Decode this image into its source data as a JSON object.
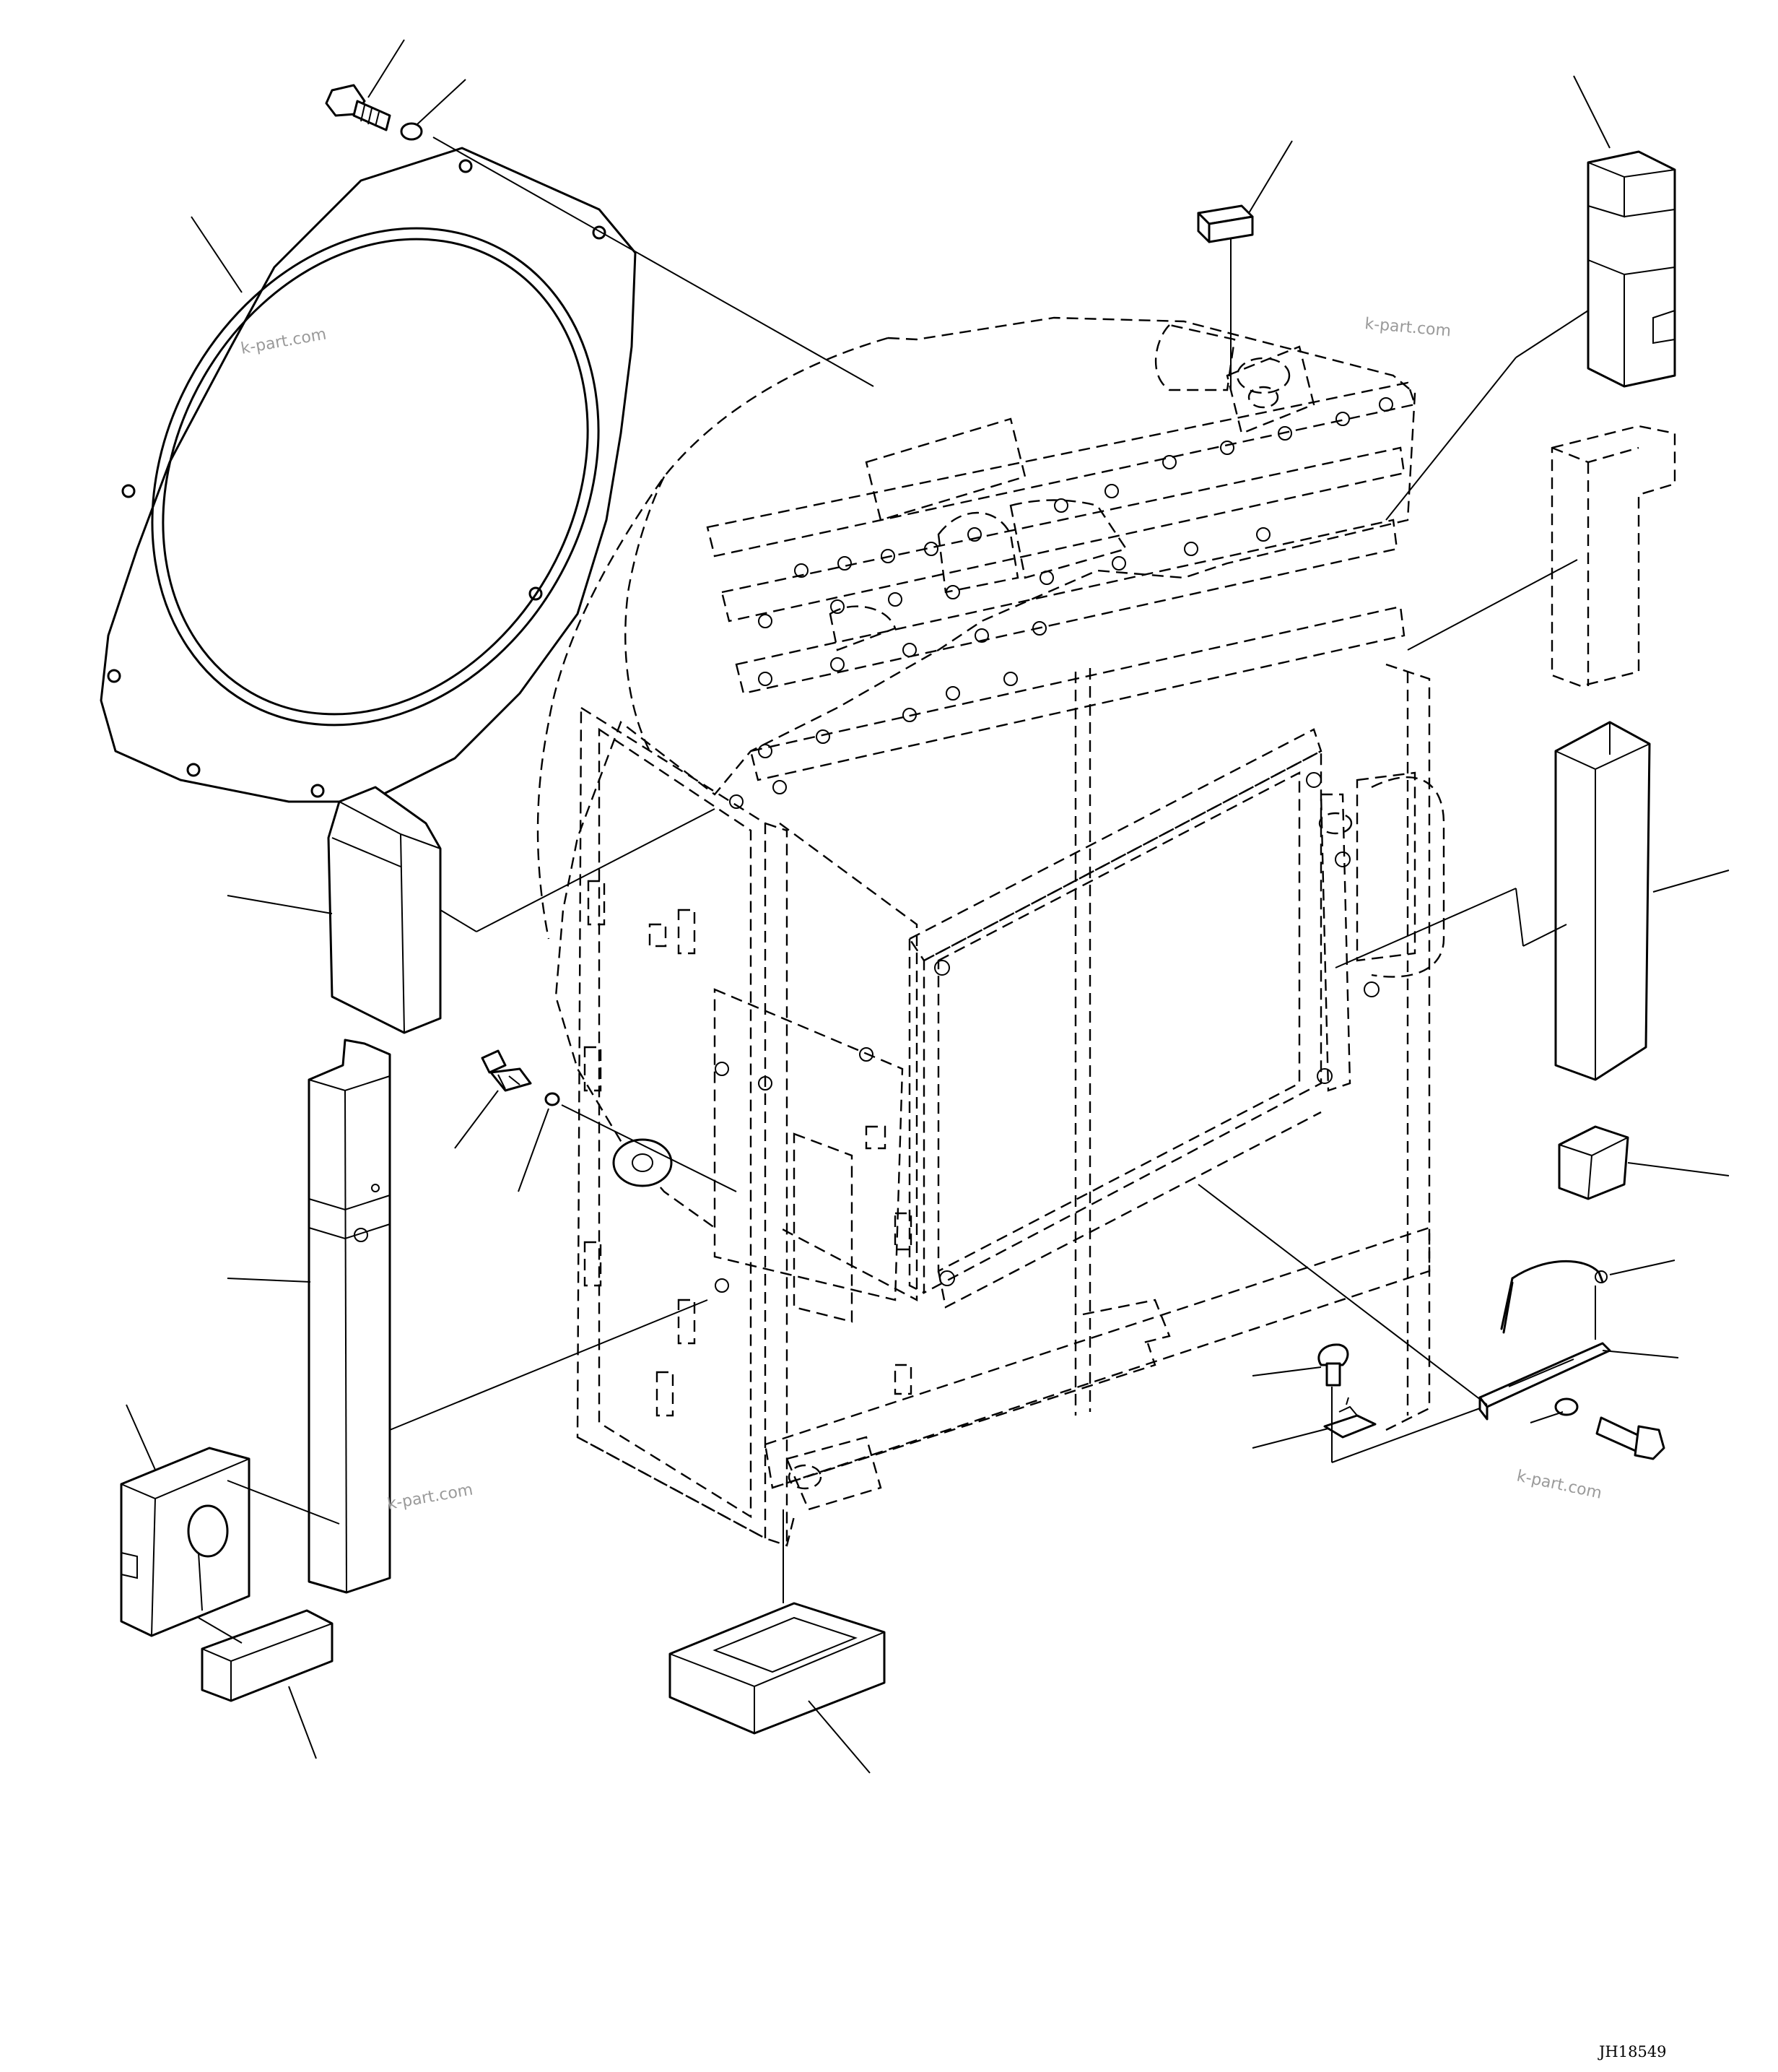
{
  "drawing": {
    "drawing_code": "JH18549",
    "watermarks": [
      "k-part.com",
      "k-part.com",
      "k-part.com",
      "k-part.com"
    ]
  }
}
